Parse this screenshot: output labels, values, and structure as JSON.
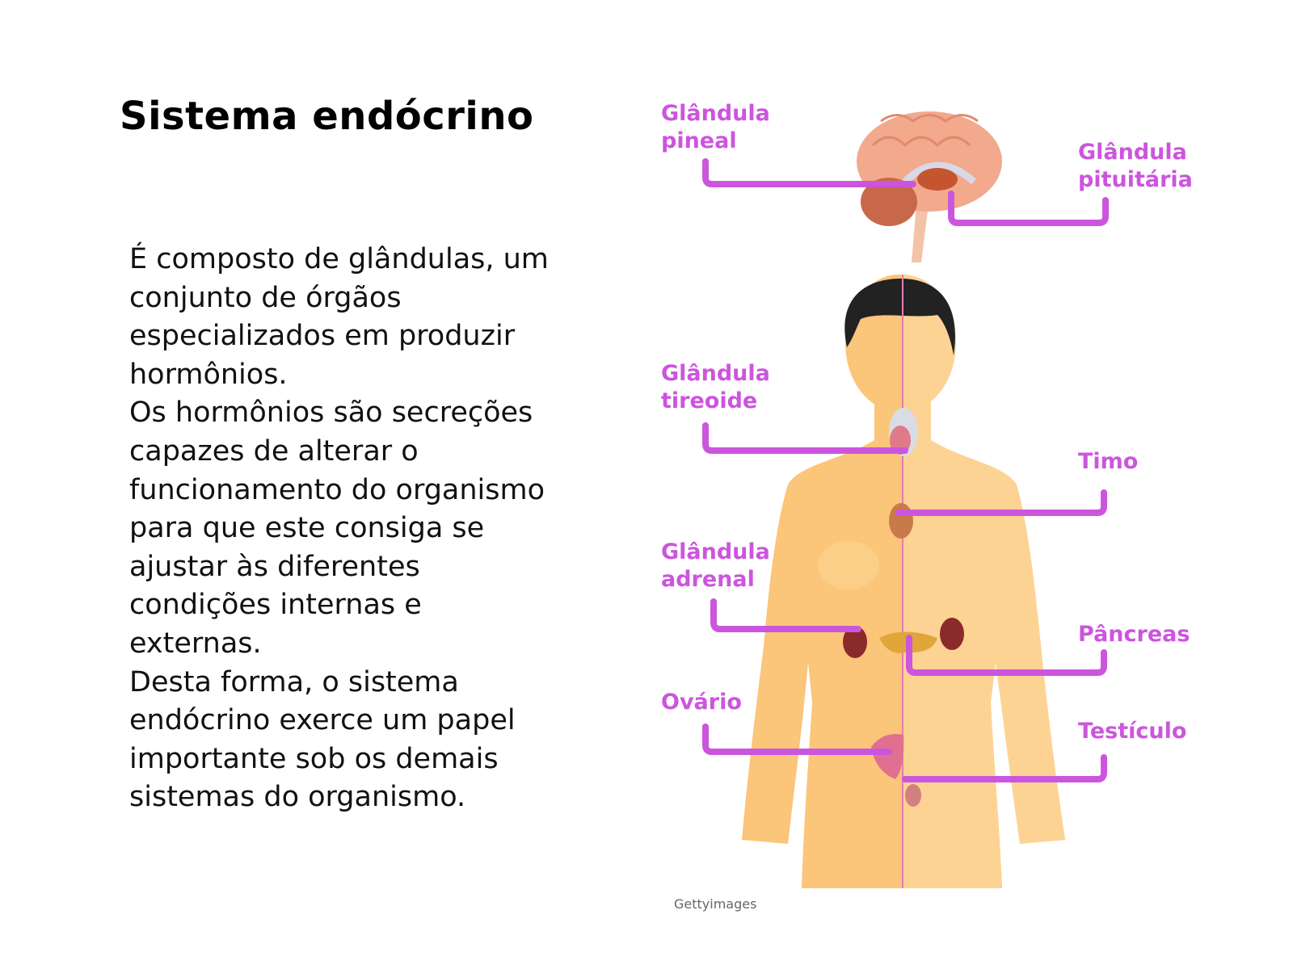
{
  "slide": {
    "title": "Sistema endócrino",
    "paragraph_lines": [
      "É composto de glândulas, um",
      "conjunto de órgãos",
      "especializados em produzir",
      "hormônios.",
      "Os hormônios são secreções",
      "capazes de alterar o",
      "funcionamento do organismo",
      "para que este consiga se",
      "ajustar às diferentes",
      "condições internas e",
      "externas.",
      "Desta forma, o sistema",
      "endócrino exerce um papel",
      "importante sob os demais",
      "sistemas do organismo."
    ]
  },
  "diagram": {
    "label_color": "#cc55dd",
    "labels": {
      "pineal": [
        "Glândula",
        "pineal"
      ],
      "pituitaria": [
        "Glândula",
        "pituitária"
      ],
      "tireoide": [
        "Glândula",
        "tireoide"
      ],
      "timo": [
        "Timo"
      ],
      "adrenal": [
        "Glândula",
        "adrenal"
      ],
      "pancreas": [
        "Pâncreas"
      ],
      "ovario": [
        "Ovário"
      ],
      "testiculo": [
        "Testículo"
      ]
    },
    "credit": "Gettyimages"
  }
}
